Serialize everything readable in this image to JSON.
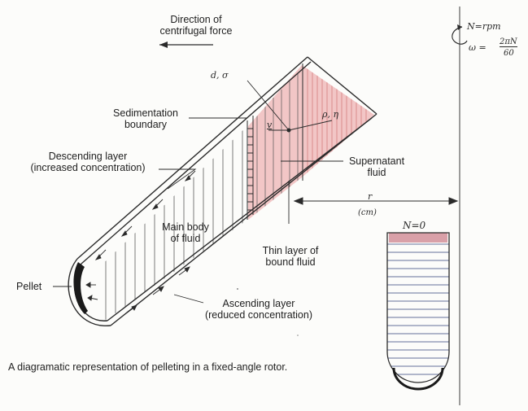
{
  "labels": {
    "direction_line1": "Direction of",
    "direction_line2": "centrifugal force",
    "sedimentation_line1": "Sedimentation",
    "sedimentation_line2": "boundary",
    "descending_line1": "Descending layer",
    "descending_line2": "(increased concentration)",
    "supernatant_line1": "Supernatant",
    "supernatant_line2": "fluid",
    "main_body_line1": "Main body",
    "main_body_line2": "of fluid",
    "thin_layer_line1": "Thin layer of",
    "thin_layer_line2": "bound fluid",
    "pellet": "Pellet",
    "ascending_line1": "Ascending layer",
    "ascending_line2": "(reduced concentration)"
  },
  "handwritten": {
    "d_sigma": "d, σ",
    "rho_eta": "ρ, η",
    "v": "v",
    "n_rpm": "N=rpm",
    "omega": "ω =",
    "omega_num": "2πN",
    "omega_den": "60",
    "r": "r",
    "cm": "(cm)",
    "n_zero": "N=0"
  },
  "caption": "A diagramatic representation of pelleting in a fixed-angle rotor.",
  "colors": {
    "supernatant": "#f2c6c6",
    "supernatant_lines": "#d98c8c",
    "ink": "#2a2a2a",
    "pellet": "#1a1a1a"
  }
}
